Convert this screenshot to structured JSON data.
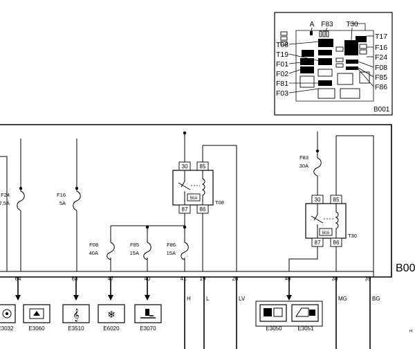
{
  "fusebox": {
    "code": "B001",
    "labels_top": [
      "A",
      "F83",
      "T30",
      "T17"
    ],
    "labels_left": [
      "T08",
      "T19",
      "F01",
      "F02",
      "F81",
      "F03"
    ],
    "labels_right": [
      "F16",
      "F24",
      "F08",
      "F85",
      "F86"
    ]
  },
  "main_box": {
    "code_partial": "B00"
  },
  "fuses": [
    {
      "id": "F24",
      "rating": "7,5A"
    },
    {
      "id": "F16",
      "rating": "5A"
    },
    {
      "id": "F08",
      "rating": "40A"
    },
    {
      "id": "F85",
      "rating": "15A"
    },
    {
      "id": "F86",
      "rating": "15A"
    },
    {
      "id": "F83",
      "rating": "30A"
    }
  ],
  "relays": [
    {
      "id": "T08",
      "rating": "50A",
      "pins": [
        "30",
        "85",
        "87",
        "86"
      ]
    },
    {
      "id": "T30",
      "rating": "50A",
      "pins": [
        "30",
        "85",
        "87",
        "86"
      ]
    }
  ],
  "connector_pins": [
    "64",
    "63",
    "47",
    "40",
    "41",
    "19",
    "20",
    "46",
    "38",
    "39"
  ],
  "wire_colors": [
    "H",
    "L",
    "LV",
    "MG",
    "BG"
  ],
  "components": [
    "E3032",
    "E3060",
    "E3510",
    "E6020",
    "E3070",
    "E3050",
    "E3051"
  ],
  "corner_mark": "H"
}
